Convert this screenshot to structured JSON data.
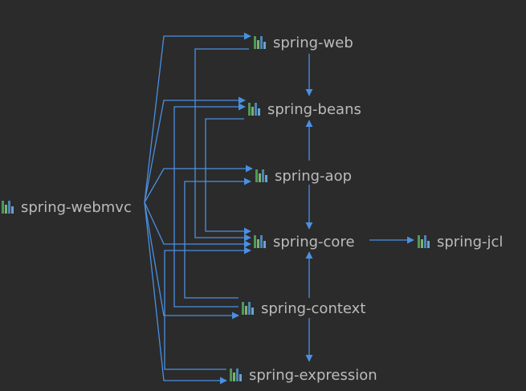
{
  "diagram": {
    "type": "dependency-graph",
    "colors": {
      "background": "#2b2b2b",
      "edge": "#4a90e2",
      "text": "#bbbbbb",
      "icon_green": "#4c9a57",
      "icon_blue": "#4a86b8"
    },
    "icon": "module-bars-icon",
    "nodes": [
      {
        "id": "webmvc",
        "label": "spring-webmvc"
      },
      {
        "id": "web",
        "label": "spring-web"
      },
      {
        "id": "beans",
        "label": "spring-beans"
      },
      {
        "id": "aop",
        "label": "spring-aop"
      },
      {
        "id": "core",
        "label": "spring-core"
      },
      {
        "id": "jcl",
        "label": "spring-jcl"
      },
      {
        "id": "context",
        "label": "spring-context"
      },
      {
        "id": "expression",
        "label": "spring-expression"
      }
    ],
    "edges": [
      {
        "from": "webmvc",
        "to": "web"
      },
      {
        "from": "webmvc",
        "to": "beans"
      },
      {
        "from": "webmvc",
        "to": "aop"
      },
      {
        "from": "webmvc",
        "to": "core"
      },
      {
        "from": "webmvc",
        "to": "context"
      },
      {
        "from": "webmvc",
        "to": "expression"
      },
      {
        "from": "web",
        "to": "beans"
      },
      {
        "from": "web",
        "to": "core"
      },
      {
        "from": "aop",
        "to": "beans"
      },
      {
        "from": "aop",
        "to": "core"
      },
      {
        "from": "beans",
        "to": "core"
      },
      {
        "from": "core",
        "to": "jcl"
      },
      {
        "from": "context",
        "to": "aop"
      },
      {
        "from": "context",
        "to": "beans"
      },
      {
        "from": "context",
        "to": "core"
      },
      {
        "from": "context",
        "to": "expression"
      },
      {
        "from": "expression",
        "to": "core"
      }
    ]
  }
}
